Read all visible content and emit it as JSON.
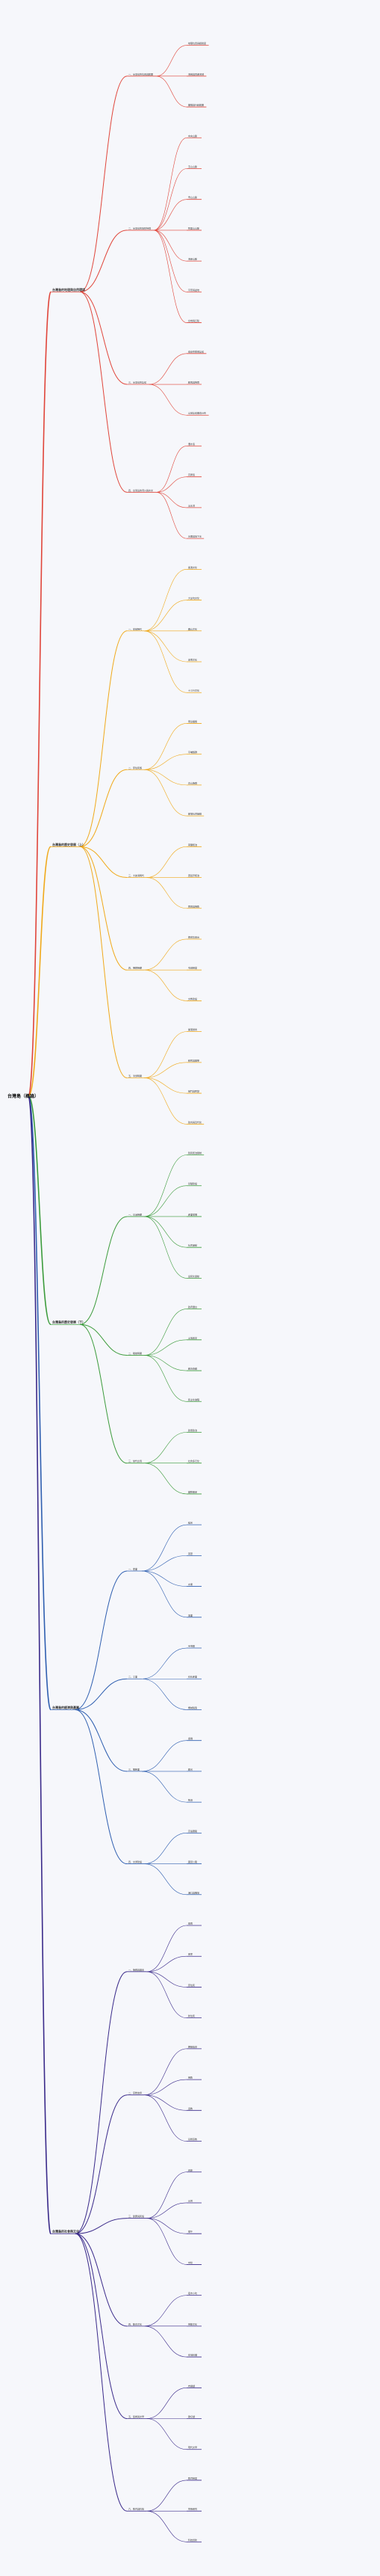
{
  "root": {
    "label": "台灣島（概論）"
  },
  "branch_colors": [
    "#e0453a",
    "#f0a91a",
    "#3b9b3b",
    "#2f5fb0",
    "#3a2a8a"
  ],
  "branches": [
    {
      "label": "台灣島的地理與自然環境",
      "children": [
        {
          "label": "一、台灣島的位置與範圍",
          "children": [
            "地理位置與經緯度",
            "海峽與周邊海域",
            "面積與行政範圍"
          ]
        },
        {
          "label": "二、台灣島的地形特徵",
          "children": [
            "中央山脈",
            "玉山山脈",
            "雪山山脈",
            "阿里山山脈",
            "海岸山脈",
            "平原與盆地",
            "台地與丘陵"
          ]
        },
        {
          "label": "三、台灣島的氣候",
          "children": [
            "亞熱帶季風氣候",
            "颱風與梅雨",
            "山地氣候垂直分布"
          ]
        },
        {
          "label": "四、台灣島的河川與水文",
          "children": [
            "濁水溪",
            "高屏溪",
            "淡水河",
            "水庫與地下水"
          ]
        }
      ]
    },
    {
      "label": "台灣島的歷史發展（上）",
      "children": [
        {
          "label": "一、史前時代",
          "children": [
            "長濱文化",
            "大坌坑文化",
            "圓山文化",
            "卑南文化",
            "十三行文化"
          ]
        },
        {
          "label": "二、原住民族",
          "children": [
            "南島語族",
            "平埔族群",
            "高山族群",
            "部落社會組織"
          ]
        },
        {
          "label": "三、大航海時代",
          "children": [
            "荷蘭統治",
            "西班牙統治",
            "貿易與傳教"
          ]
        },
        {
          "label": "四、明鄭時期",
          "children": [
            "鄭成功來台",
            "屯田制度",
            "文教建設"
          ]
        },
        {
          "label": "五、清領時期",
          "children": [
            "開港通商",
            "移民與開墾",
            "械鬥與民變",
            "建省與近代化"
          ]
        }
      ]
    },
    {
      "label": "台灣島的歷史發展（下）",
      "children": [
        {
          "label": "一、日治時期",
          "children": [
            "殖民統治體制",
            "基礎建設",
            "產業發展",
            "社會運動",
            "皇民化運動"
          ]
        },
        {
          "label": "二、戰後時期",
          "children": [
            "政府遷台",
            "土地改革",
            "經濟奇蹟",
            "民主化進程"
          ]
        },
        {
          "label": "三、當代台灣",
          "children": [
            "政黨政治",
            "社會多元化",
            "國際關係"
          ]
        }
      ]
    },
    {
      "label": "台灣島的經濟與產業",
      "children": [
        {
          "label": "一、農業",
          "children": [
            "稻米",
            "茶葉",
            "水果",
            "漁業"
          ]
        },
        {
          "label": "二、工業",
          "children": [
            "半導體",
            "石化產業",
            "機械製造"
          ]
        },
        {
          "label": "三、服務業",
          "children": [
            "金融",
            "觀光",
            "物流"
          ]
        },
        {
          "label": "四、交通建設",
          "children": [
            "高速鐵路",
            "國道公路",
            "港口與機場"
          ]
        }
      ]
    },
    {
      "label": "台灣島的社會與文化",
      "children": [
        {
          "label": "一、族群與語言",
          "children": [
            "閩南",
            "客家",
            "原住民",
            "新住民"
          ]
        },
        {
          "label": "二、宗教信仰",
          "children": [
            "媽祖信仰",
            "佛教",
            "道教",
            "基督宗教"
          ]
        },
        {
          "label": "三、節慶與民俗",
          "children": [
            "春節",
            "元宵",
            "端午",
            "中秋"
          ]
        },
        {
          "label": "四、飲食文化",
          "children": [
            "夜市小吃",
            "茶飲文化",
            "在地料理"
          ]
        },
        {
          "label": "五、藝術與文學",
          "children": [
            "布袋戲",
            "歌仔戲",
            "現代文學"
          ]
        },
        {
          "label": "六、教育與科技",
          "children": [
            "教育制度",
            "學術研究",
            "科技創新"
          ]
        }
      ]
    }
  ]
}
